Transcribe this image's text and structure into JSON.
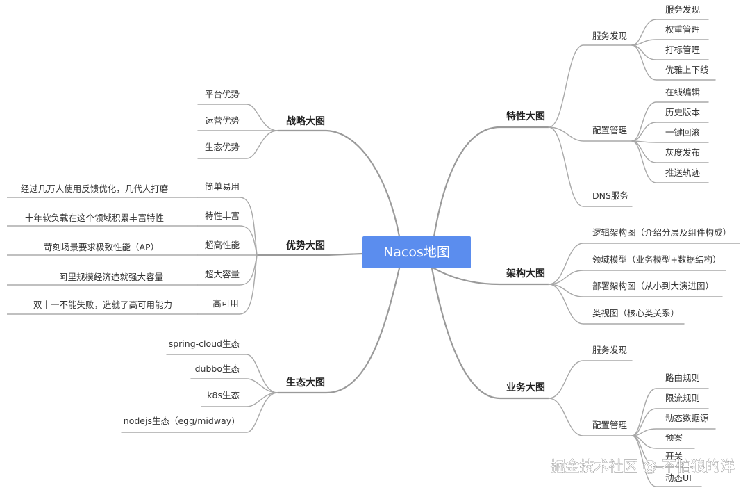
{
  "center": "Nacos地图",
  "watermark": "掘金技术社区 @ 不怕狼的洋",
  "left": {
    "strategy": {
      "title": "战略大图",
      "items": [
        "平台优势",
        "运营优势",
        "生态优势"
      ]
    },
    "advantage": {
      "title": "优势大图",
      "items": [
        {
          "label": "简单易用",
          "note": "经过几万人使用反馈优化，几代人打磨"
        },
        {
          "label": "特性丰富",
          "note": "十年软负载在这个领域积累丰富特性"
        },
        {
          "label": "超高性能",
          "note": "苛刻场景要求极致性能（AP）"
        },
        {
          "label": "超大容量",
          "note": "阿里规模经济造就强大容量"
        },
        {
          "label": "高可用",
          "note": "双十一不能失败，造就了高可用能力"
        }
      ]
    },
    "ecosystem": {
      "title": "生态大图",
      "items": [
        "spring-cloud生态",
        "dubbo生态",
        "k8s生态",
        "nodejs生态（egg/midway)"
      ]
    }
  },
  "right": {
    "feature": {
      "title": "特性大图",
      "service_discovery": {
        "title": "服务发现",
        "items": [
          "服务发现",
          "权重管理",
          "打标管理",
          "优雅上下线"
        ]
      },
      "config": {
        "title": "配置管理",
        "items": [
          "在线编辑",
          "历史版本",
          "一键回滚",
          "灰度发布",
          "推送轨迹"
        ]
      },
      "dns": "DNS服务"
    },
    "architecture": {
      "title": "架构大图",
      "items": [
        "逻辑架构图（介绍分层及组件构成）",
        "领域模型（业务模型+数据结构）",
        "部署架构图（从小到大演进图）",
        "类视图（核心类关系）"
      ]
    },
    "business": {
      "title": "业务大图",
      "service_discovery": "服务发现",
      "config": {
        "title": "配置管理",
        "items": [
          "路由规则",
          "限流规则",
          "动态数据源",
          "预案",
          "开关",
          "动态UI"
        ]
      }
    }
  }
}
